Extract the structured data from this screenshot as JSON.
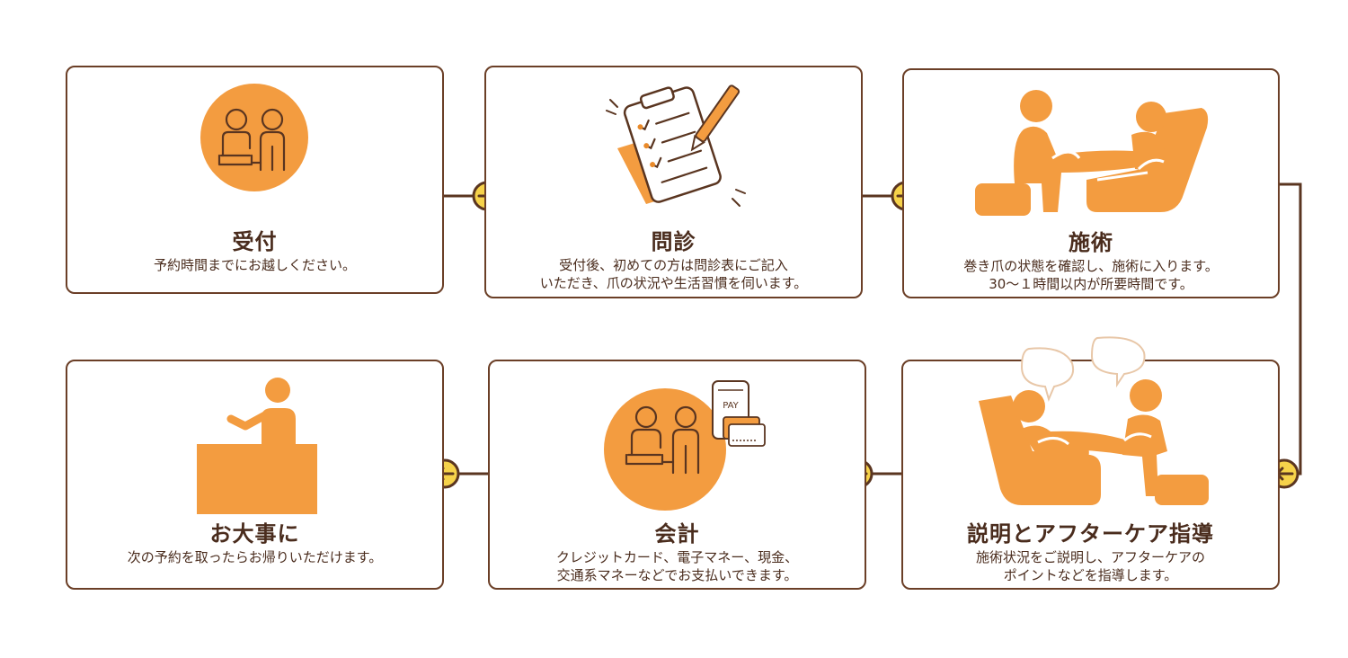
{
  "colors": {
    "accent": "#f39c40",
    "accent_dark": "#e98a2a",
    "line": "#5a3520",
    "connector_fill": "#f6d24a",
    "text": "#4a2c1d"
  },
  "steps": [
    {
      "title": "受付",
      "desc": [
        "予約時間までにお越しください。"
      ],
      "icon": "reception-icon"
    },
    {
      "title": "問診",
      "desc": [
        "受付後、初めての方は問診表にご記入",
        "いただき、爪の状況や生活習慣を伺います。"
      ],
      "icon": "clipboard-icon"
    },
    {
      "title": "施術",
      "desc": [
        "巻き爪の状態を確認し、施術に入ります。",
        "30〜１時間以内が所要時間です。"
      ],
      "icon": "treatment-icon"
    },
    {
      "title": "説明とアフターケア指導",
      "desc": [
        "施術状況をご説明し、アフターケアの",
        "ポイントなどを指導します。"
      ],
      "icon": "consultation-icon"
    },
    {
      "title": "会計",
      "desc": [
        "クレジットカード、電子マネー、現金、",
        "交通系マネーなどでお支払いできます。"
      ],
      "icon": "payment-icon",
      "pay_label": "PAY"
    },
    {
      "title": "お大事に",
      "desc": [
        "次の予約を取ったらお帰りいただけます。"
      ],
      "icon": "farewell-icon"
    }
  ]
}
